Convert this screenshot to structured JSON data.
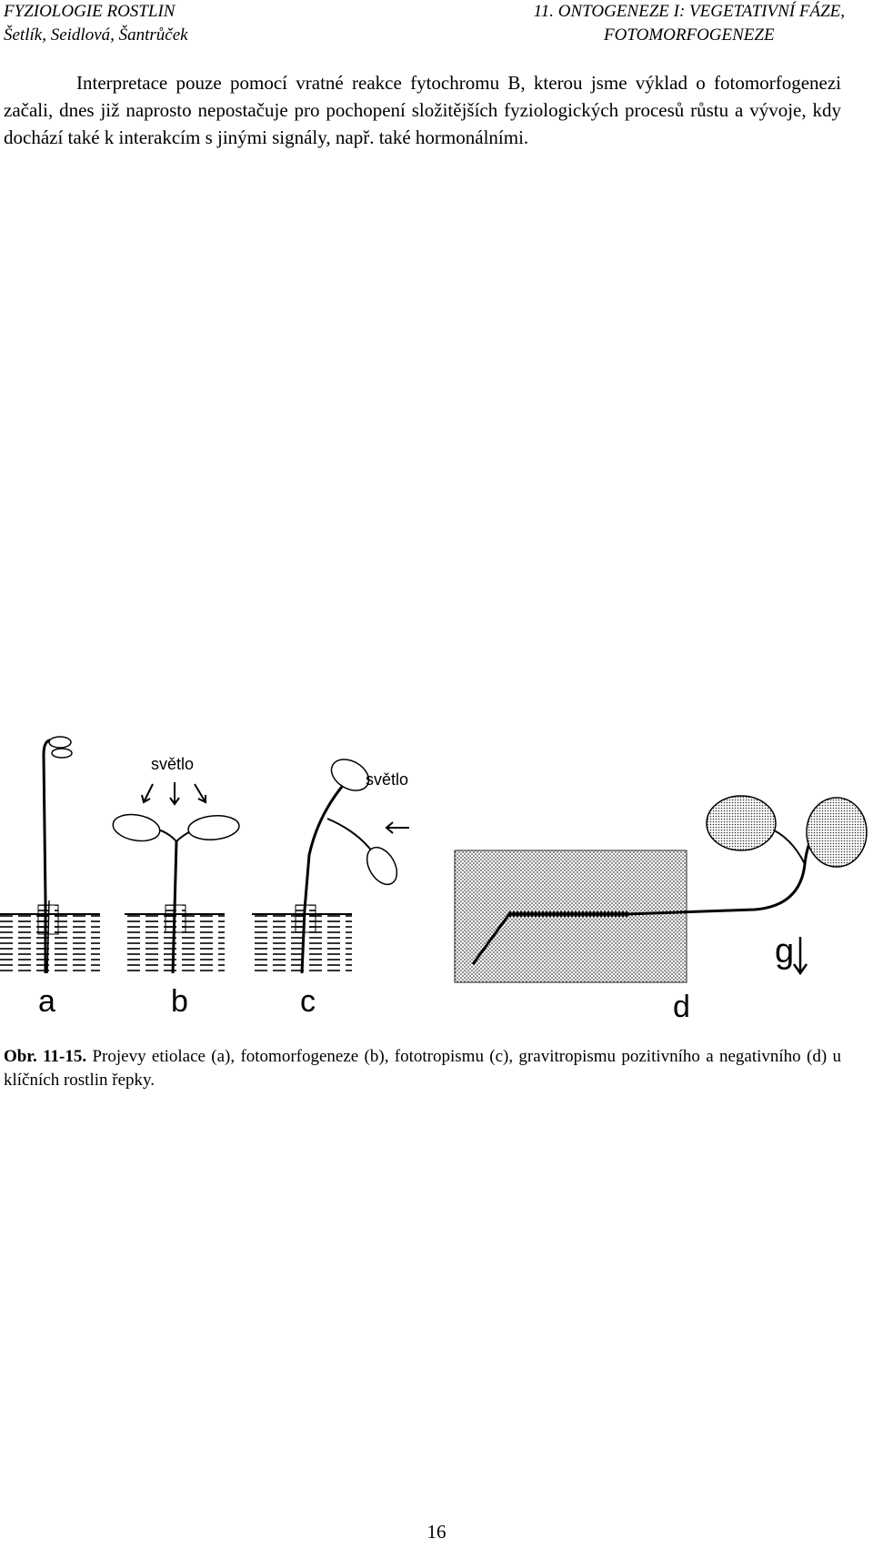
{
  "header": {
    "left_line1": "FYZIOLOGIE ROSTLIN",
    "left_line2": "Šetlík, Seidlová, Šantrůček",
    "right_line1": "11. ONTOGENEZE I: VEGETATIVNÍ FÁZE,",
    "right_line2": "FOTOMORFOGENEZE"
  },
  "body": {
    "paragraph": "Interpretace pouze pomocí vratné reakce fytochromu B, kterou jsme výklad o fotomorfogenezi začali, dnes již naprosto nepostačuje pro pochopení složitějších fyziologických procesů růstu a vývoje, kdy dochází také k interakcím s jinými signály, např. také hormonálními."
  },
  "figure": {
    "label_light_b": "světlo",
    "label_light_c": "světlo",
    "panel_a": "a",
    "panel_b": "b",
    "panel_c": "c",
    "panel_d": "d",
    "gravity_label": "g"
  },
  "caption": {
    "number": "Obr. 11-15.",
    "text": "Projevy etiolace (a), fotomorfogeneze (b), fototropismu (c), gravitropismu pozitivního a negativního (d) u klíčních rostlin řepky."
  },
  "page_number": "16"
}
